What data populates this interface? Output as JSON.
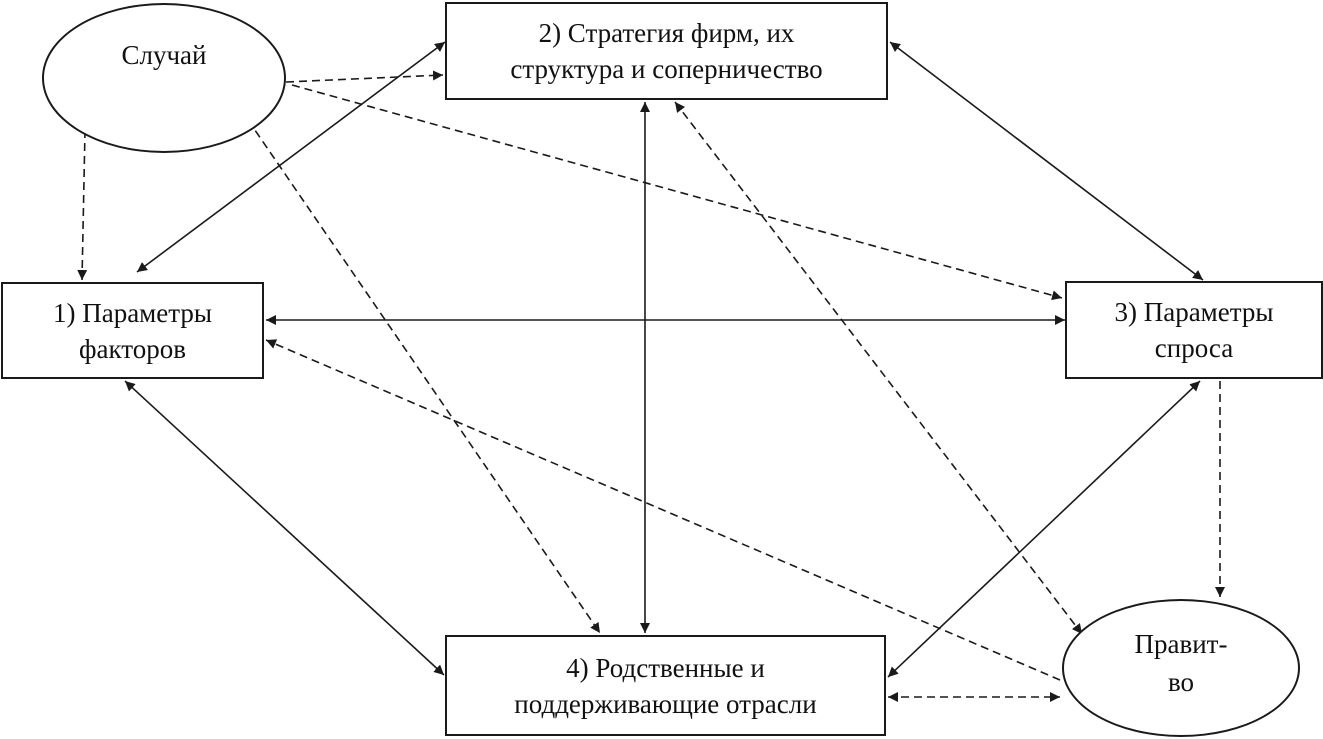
{
  "diagram": {
    "nodes": {
      "chance": {
        "label": "Случай"
      },
      "strategy": {
        "label": "2) Стратегия фирм, их\nструктура и соперничество"
      },
      "factors": {
        "label": "1) Параметры\nфакторов"
      },
      "demand": {
        "label": "3) Параметры\nспроса"
      },
      "related": {
        "label": "4) Родственные и\nподдерживающие отрасли"
      },
      "government": {
        "label": "Правит-\nво"
      }
    },
    "edges": [
      {
        "from": "chance",
        "to": "strategy",
        "style": "dashed",
        "arrow": "end"
      },
      {
        "from": "chance",
        "to": "factors",
        "style": "dashed",
        "arrow": "end"
      },
      {
        "from": "chance",
        "to": "demand",
        "style": "dashed",
        "arrow": "end"
      },
      {
        "from": "chance",
        "to": "related",
        "style": "dashed",
        "arrow": "end"
      },
      {
        "from": "factors",
        "to": "strategy",
        "style": "solid",
        "arrow": "both"
      },
      {
        "from": "strategy",
        "to": "demand",
        "style": "solid",
        "arrow": "both"
      },
      {
        "from": "factors",
        "to": "demand",
        "style": "solid",
        "arrow": "both"
      },
      {
        "from": "strategy",
        "to": "related",
        "style": "solid",
        "arrow": "both"
      },
      {
        "from": "factors",
        "to": "related",
        "style": "solid",
        "arrow": "both"
      },
      {
        "from": "demand",
        "to": "related",
        "style": "solid",
        "arrow": "both"
      },
      {
        "from": "demand",
        "to": "government",
        "style": "dashed",
        "arrow": "end"
      },
      {
        "from": "government",
        "to": "factors",
        "style": "dashed",
        "arrow": "end"
      },
      {
        "from": "strategy",
        "to": "government",
        "style": "dashed",
        "arrow": "both"
      },
      {
        "from": "related",
        "to": "government",
        "style": "dashed",
        "arrow": "both"
      }
    ],
    "colors": {
      "stroke": "#1a1a1a",
      "background": "#ffffff"
    }
  }
}
